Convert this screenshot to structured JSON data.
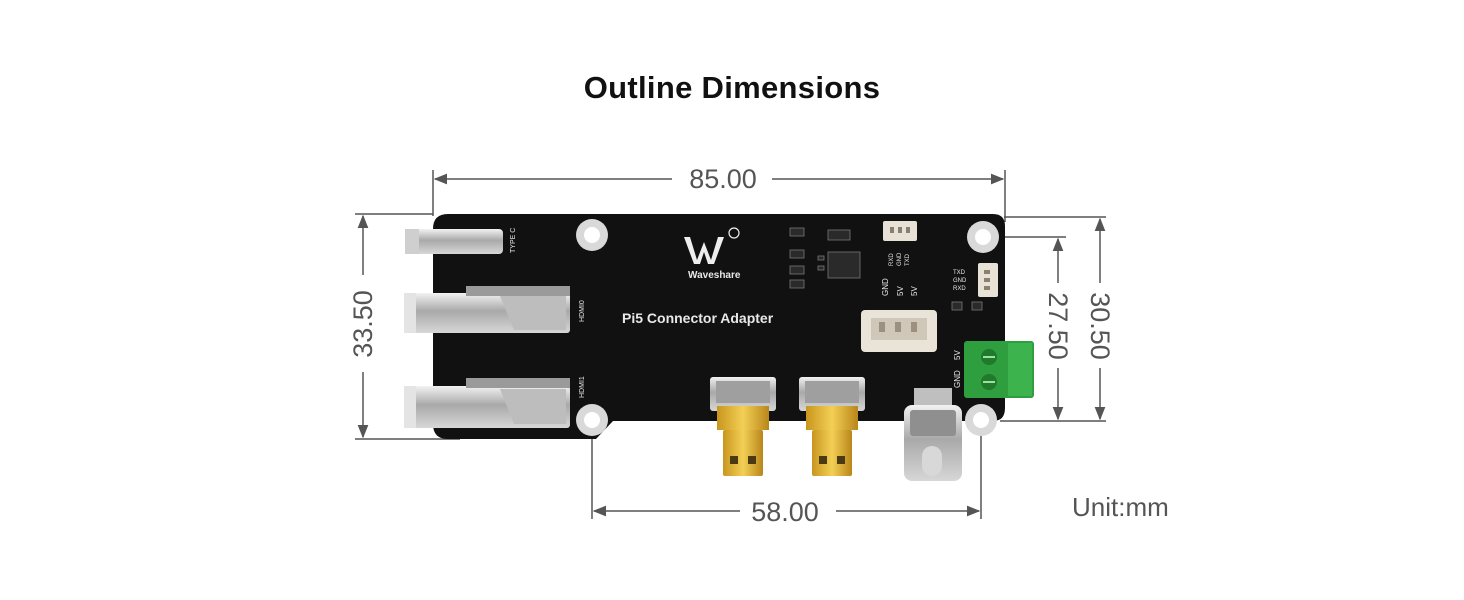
{
  "title": "Outline Dimensions",
  "unit_label": "Unit:mm",
  "dimensions": {
    "width_top": "85.00",
    "height_left": "33.50",
    "height_right_inner": "27.50",
    "height_right_outer": "30.50",
    "width_bottom": "58.00"
  },
  "board": {
    "brand": "Waveshare",
    "name": "Pi5 Connector Adapter",
    "labels": {
      "type_c": "TYPE C",
      "hdmi0": "HDMI0",
      "hdmi1": "HDMI1",
      "gnd": "GND",
      "v5a": "5V",
      "v5b": "5V",
      "rxd": "RXD",
      "gnd2": "GND",
      "txd": "TXD",
      "txd_side": "TXD",
      "gnd_side": "GND",
      "rxd_side": "RXD",
      "term_5v": "5V",
      "term_gnd": "GND"
    }
  },
  "colors": {
    "pcb": "#111111",
    "terminal": "#2f9e3f",
    "dim_line": "#555555"
  }
}
